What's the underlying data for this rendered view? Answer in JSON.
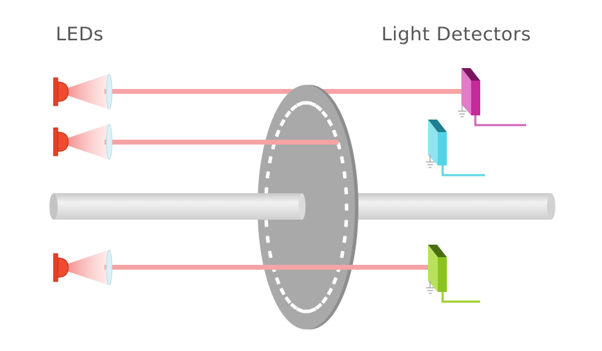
{
  "labels": {
    "leds": "LEDs",
    "detectors": "Light Detectors"
  },
  "colors": {
    "led": "#e8402a",
    "beam": "#f6a3a6",
    "disk": "#a8a8a8",
    "shaft": "#dedede",
    "detector_magenta": "#c42a9a",
    "detector_cyan": "#52d4e6",
    "detector_green": "#9bd22c"
  },
  "components": {
    "led_count": 3,
    "detector_count": 3,
    "disk_slot_count": 40
  }
}
